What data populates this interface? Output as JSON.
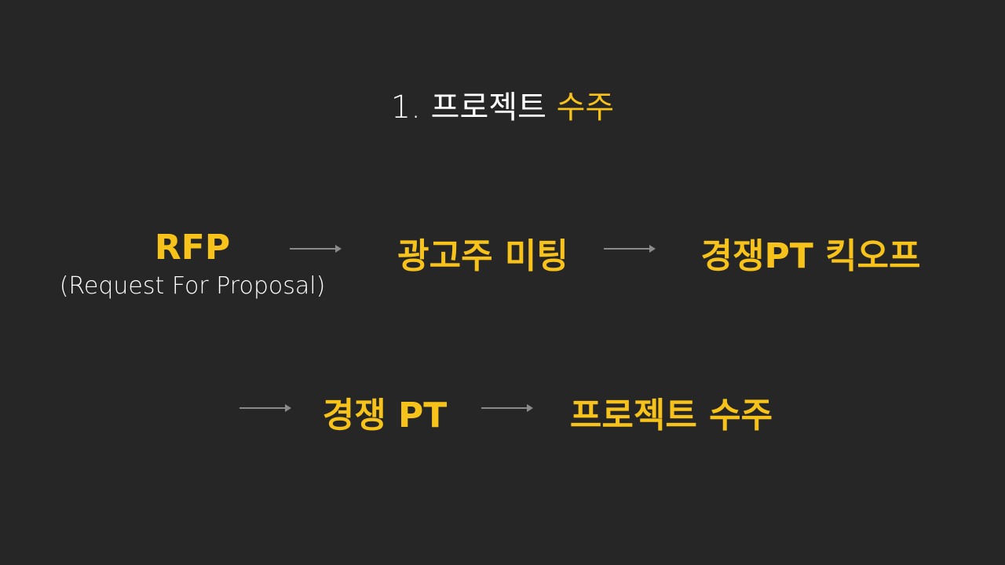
{
  "title": {
    "prefix": "1. 프로젝트 ",
    "highlight": "수주"
  },
  "row1": {
    "rfp": "RFP",
    "rfp_sub": "(Request For Proposal)",
    "meeting": "광고주 미팅",
    "kickoff": "경쟁PT 킥오프"
  },
  "row2": {
    "pt": "경쟁 PT",
    "win": "프로젝트 수주"
  },
  "colors": {
    "background": "#262626",
    "accent": "#f7c21a",
    "text": "#ffffff",
    "arrow": "#8a8a8a"
  },
  "icons": [
    "arrow-right-icon"
  ]
}
